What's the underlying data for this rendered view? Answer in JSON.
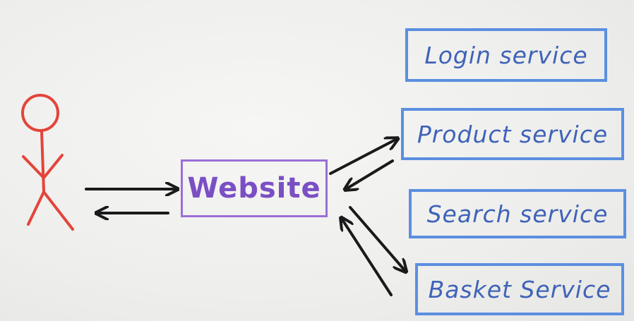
{
  "website": {
    "label": "Website"
  },
  "services": [
    {
      "label": "Login service"
    },
    {
      "label": "Product service"
    },
    {
      "label": "Search service"
    },
    {
      "label": "Basket Service"
    }
  ],
  "colors": {
    "user": "#e3443a",
    "website": "#9a6fd6",
    "service": "#5b8fe0",
    "arrow": "#1a1a1a"
  }
}
